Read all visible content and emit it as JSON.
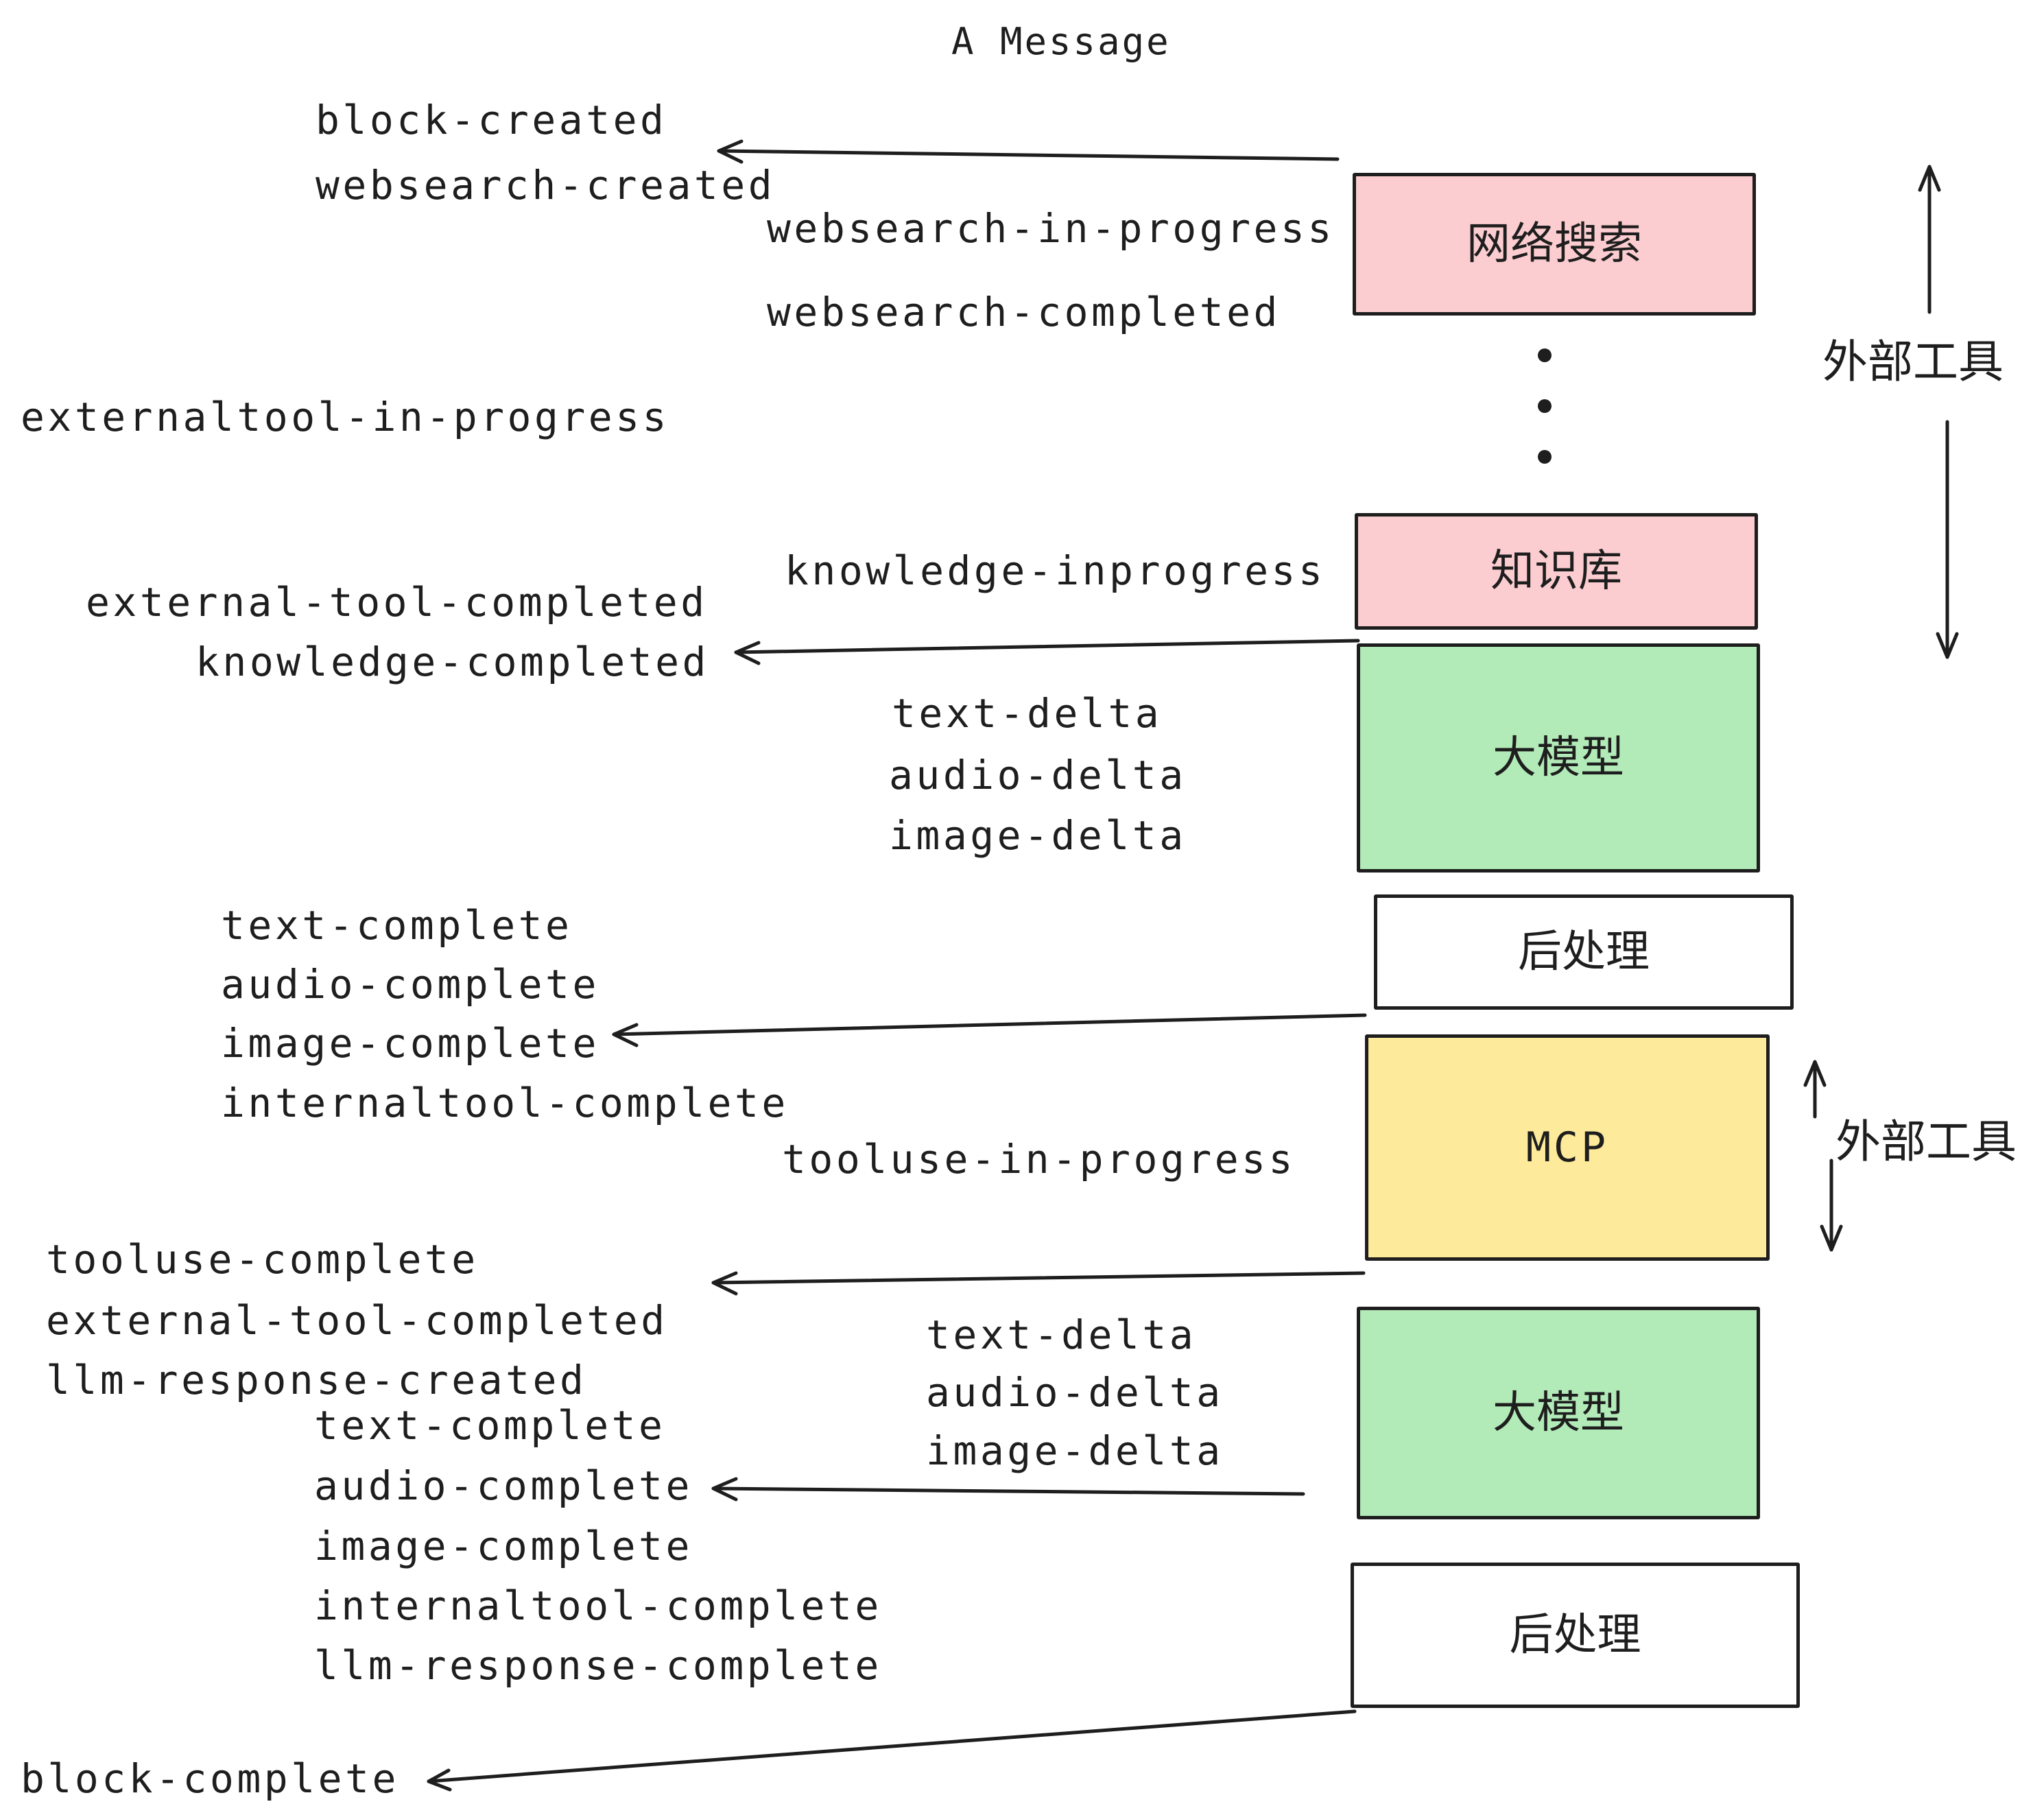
{
  "title": "A Message",
  "palette": {
    "stroke": "#1e1e1e",
    "pink": "#fccdd0",
    "green": "#b2eab8",
    "yellow": "#fdea9a",
    "background": "#ffffff"
  },
  "events": [
    "block-created",
    "websearch-created",
    "websearch-in-progress",
    "websearch-completed",
    "externaltool-in-progress",
    "knowledge-inprogress",
    "external-tool-completed",
    "knowledge-completed",
    "text-delta",
    "audio-delta",
    "image-delta",
    "text-complete",
    "audio-complete",
    "image-complete",
    "internaltool-complete",
    "tooluse-in-progress",
    "tooluse-complete",
    "external-tool-completed",
    "llm-response-created",
    "text-complete",
    "audio-complete",
    "image-complete",
    "internaltool-complete",
    "llm-response-complete",
    "block-complete",
    "text-delta",
    "audio-delta",
    "image-delta"
  ],
  "boxes": [
    {
      "label": "网络搜索",
      "fill": "#fccdd0"
    },
    {
      "label": "知识库",
      "fill": "#fccdd0"
    },
    {
      "label": "大模型",
      "fill": "#b2eab8"
    },
    {
      "label": "后处理",
      "fill": "#ffffff"
    },
    {
      "label": "MCP",
      "fill": "#fdea9a"
    },
    {
      "label": "大模型",
      "fill": "#b2eab8"
    },
    {
      "label": "后处理",
      "fill": "#ffffff"
    }
  ],
  "side_labels": [
    "外部工具",
    "外部工具"
  ]
}
